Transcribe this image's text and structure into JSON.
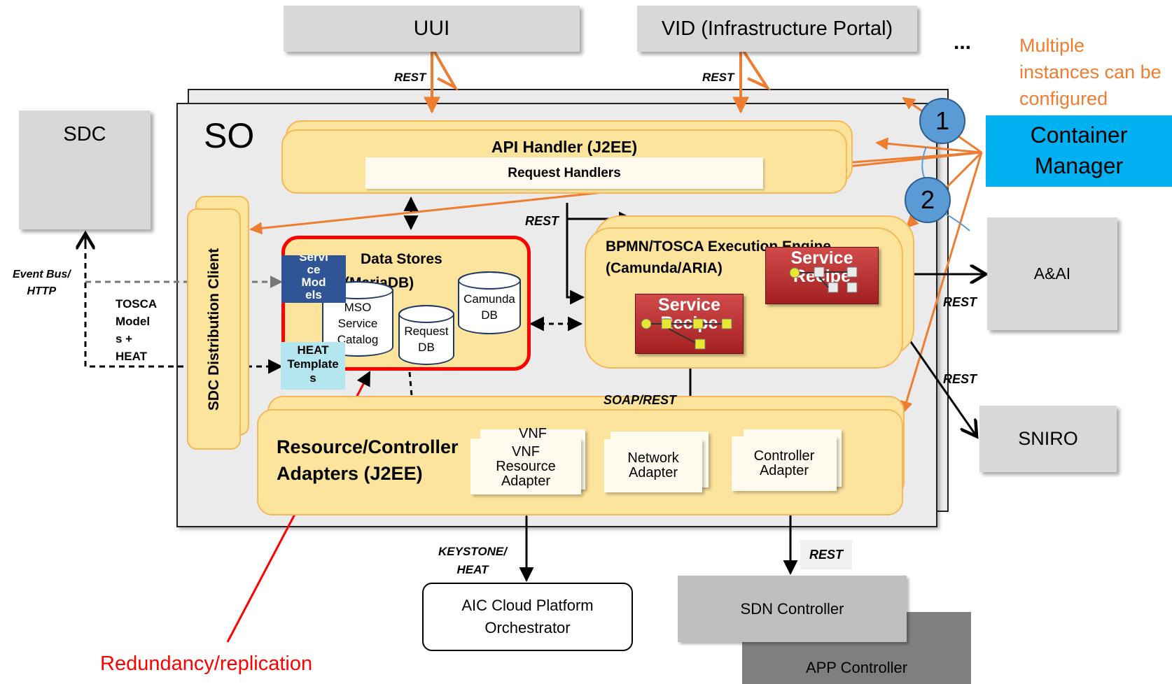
{
  "top": {
    "uui": "UUI",
    "vid": "VID (Infrastructure Portal)",
    "ellipsis": "...",
    "multiple_note": [
      "Multiple",
      "instances can be",
      "configured"
    ],
    "container_manager": [
      "Container",
      "Manager"
    ]
  },
  "sdc": {
    "title": "SDC"
  },
  "so": {
    "title": "SO",
    "api_handler": {
      "title": "API Handler (J2EE)",
      "request_handlers": "Request Handlers"
    },
    "sdc_client": "SDC Distribution Client",
    "data_stores": {
      "title": "Data Stores",
      "subtitle": "(MariaDB)",
      "service_models": [
        "Servi",
        "ce",
        "Mod",
        "els"
      ],
      "heat_templates": [
        "HEAT",
        "Template",
        "s"
      ],
      "mso_catalog": [
        "MSO",
        "Service",
        "Catalog"
      ],
      "request_db": [
        "Request",
        "DB"
      ],
      "camunda_db": [
        "Camunda",
        "DB"
      ]
    },
    "engine": {
      "title": [
        "BPMN/TOSCA Execution Engine",
        "(Camunda/ARIA)"
      ],
      "recipe_a": [
        "Service",
        "Recipe"
      ],
      "recipe_b": [
        "Service",
        "Recipe"
      ]
    },
    "adapters": {
      "title": [
        "Resource/Controller",
        "Adapters (J2EE)"
      ],
      "vnf": [
        "VNF",
        "Resource",
        "Adapter"
      ],
      "vnf_back": "VNF",
      "network": [
        "Network",
        "Adapter"
      ],
      "controller": [
        "Controller",
        "Adapter"
      ]
    }
  },
  "labels": {
    "rest_uui": "REST",
    "rest_vid": "REST",
    "rest_engine": "REST",
    "rest_aai": "REST",
    "rest_sniro": "REST",
    "soap_rest": "SOAP/REST",
    "event_bus": [
      "Event Bus/",
      "HTTP"
    ],
    "tosca_models": [
      "TOSCA",
      "Model",
      "s +",
      "HEAT"
    ],
    "keystone_heat": [
      "KEYSTONE/",
      "HEAT"
    ],
    "rest_sdn": "REST"
  },
  "right": {
    "aai": "A&AI",
    "sniro": "SNIRO"
  },
  "bottom": {
    "aic": [
      "AIC Cloud Platform",
      "Orchestrator"
    ],
    "sdn_controller": "SDN Controller",
    "app_controller": "APP Controller",
    "redundancy": "Redundancy/replication"
  },
  "badges": {
    "one": "1",
    "two": "2"
  },
  "colors": {
    "orange": "#ed7d31",
    "red": "#ff0000",
    "container_blue": "#00b0f0",
    "yellow": "#fde49d",
    "badge_blue": "#5b9bd5"
  }
}
